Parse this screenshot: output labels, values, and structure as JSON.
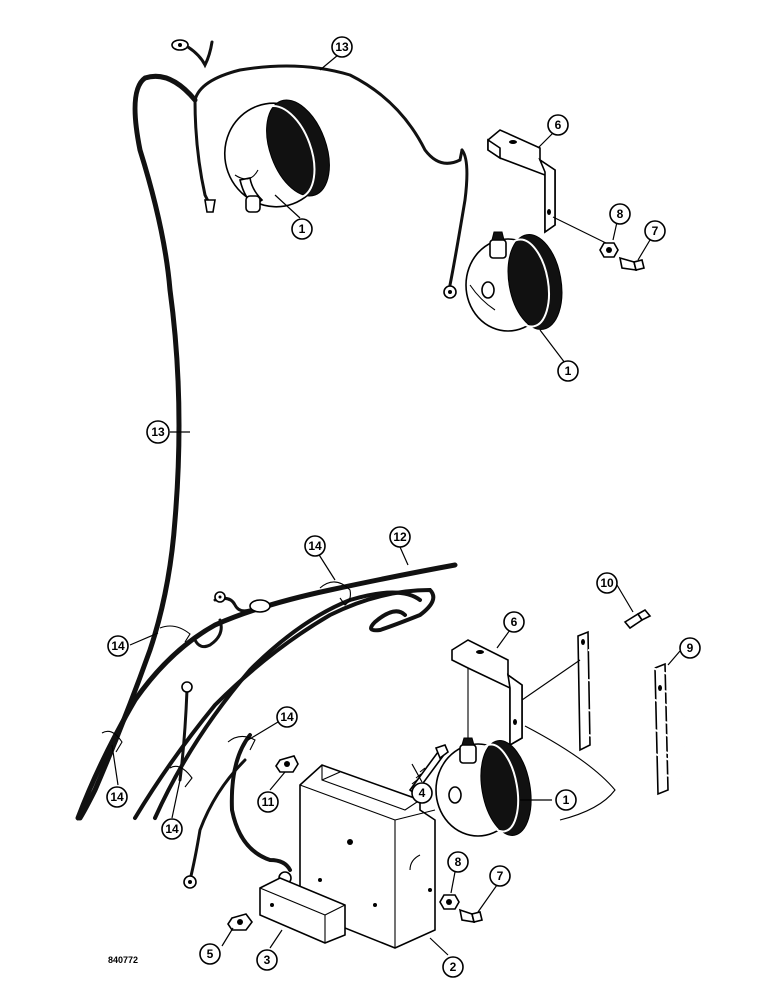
{
  "diagram": {
    "drawing_code": "840772",
    "callouts": [
      {
        "id": "c13a",
        "label": "13"
      },
      {
        "id": "c1a",
        "label": "1"
      },
      {
        "id": "c6a",
        "label": "6"
      },
      {
        "id": "c8a",
        "label": "8"
      },
      {
        "id": "c7a",
        "label": "7"
      },
      {
        "id": "c1b",
        "label": "1"
      },
      {
        "id": "c13b",
        "label": "13"
      },
      {
        "id": "c14a",
        "label": "14"
      },
      {
        "id": "c12",
        "label": "12"
      },
      {
        "id": "c10",
        "label": "10"
      },
      {
        "id": "c6b",
        "label": "6"
      },
      {
        "id": "c9",
        "label": "9"
      },
      {
        "id": "c14b",
        "label": "14"
      },
      {
        "id": "c14c",
        "label": "14"
      },
      {
        "id": "c14d",
        "label": "14"
      },
      {
        "id": "c14e",
        "label": "14"
      },
      {
        "id": "c11",
        "label": "11"
      },
      {
        "id": "c4",
        "label": "4"
      },
      {
        "id": "c1c",
        "label": "1"
      },
      {
        "id": "c8b",
        "label": "8"
      },
      {
        "id": "c7b",
        "label": "7"
      },
      {
        "id": "c5",
        "label": "5"
      },
      {
        "id": "c3",
        "label": "3"
      },
      {
        "id": "c2",
        "label": "2"
      }
    ]
  }
}
